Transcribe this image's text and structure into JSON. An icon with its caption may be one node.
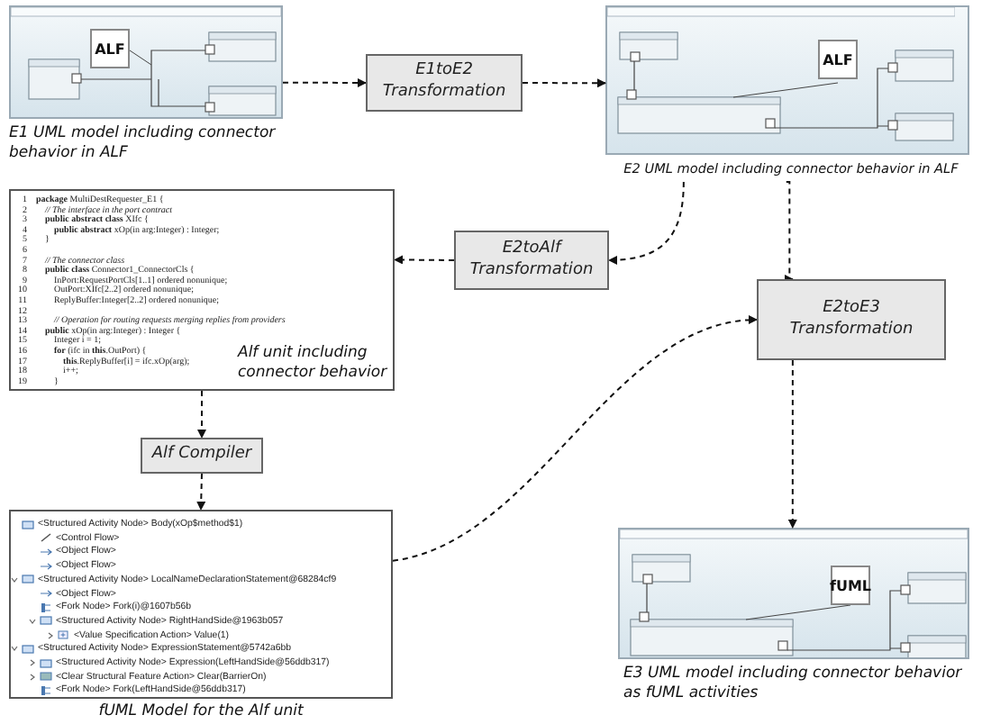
{
  "diagram": {
    "nodes": [
      {
        "text": [],
        "shape": "box",
        "beside": [
          "E1 UML model including connector behavior in ALF"
        ]
      },
      {
        "text": [
          "ALF"
        ],
        "in": 0
      },
      {
        "text": [
          "E1toE2 Transformation"
        ]
      },
      {
        "text": [],
        "shape": "box",
        "beside": [
          "E2 UML model including connector behavior in ALF"
        ]
      },
      {
        "text": [
          "ALF"
        ],
        "in": 3
      },
      {
        "text": [
          "E2toAlf Transformation"
        ]
      },
      {
        "text": [
          "**package** MultiDestRequester_E1 {",
          "// The interface in the port contract",
          "**public abstract class** XIfc {",
          "**public abstract** xOp(in arg:Integer) : Integer;",
          "}",
          "// The connector class",
          "**public class** Connector1_ConnectorCls {",
          "InPort:RequestPortCls[1..1] ordered nonunique;",
          "OutPort:XIfc[2..2] ordered nonunique;",
          "ReplyBuffer:Integer[2..2] ordered nonunique;",
          "// Operation for routing requests merging replies from providers",
          "**public** xOp(in arg:Integer) : Integer {",
          "Integer i = 1;",
          "**for** (ifc in **this**.OutPort) {",
          "**this**.ReplyBuffer[i] = ifc.xOp(arg);",
          "i++;",
          "}",
          "Alf unit including connector behavior"
        ]
      },
      {
        "text": [
          "Alf Compiler"
        ]
      },
      {
        "text": [
          "<Structured Activity Node> Body(xOp$method$1)",
          "<Control Flow>",
          "<Object Flow>",
          "<Object Flow>",
          "<Structured Activity Node> LocalNameDeclarationStatement@68284cf9",
          "<Object Flow>",
          "<Fork Node> Fork(i)@1607b56b",
          "<Structured Activity Node> RightHandSide@1963b057",
          "<Value Specification Action> Value(1)",
          "<Structured Activity Node> ExpressionStatement@5742a6bb",
          "<Structured Activity Node> Expression(LeftHandSide@56ddb317)",
          "<Clear Structural Feature Action> Clear(BarrierOn)",
          "<Fork Node> Fork(LeftHandSide@56ddb317)"
        ],
        "beside": [
          "fUML Model for the Alf unit"
        ]
      },
      {
        "text": [
          "E2toE3 Transformation"
        ]
      },
      {
        "text": [],
        "shape": "box",
        "beside": [
          "E3 UML model including connector behavior as fUML activities"
        ]
      },
      {
        "text": [
          "fUML"
        ],
        "in": 10
      }
    ],
    "edges": [
      {
        "from": 0,
        "to": 2,
        "arrow": "to",
        "style": "dashed"
      },
      {
        "from": 2,
        "to": 3,
        "arrow": "to",
        "style": "dashed"
      },
      {
        "from": 3,
        "to": 5,
        "arrow": "to",
        "style": "dashed"
      },
      {
        "from": 5,
        "to": 6,
        "arrow": "to",
        "style": "dashed"
      },
      {
        "from": 6,
        "to": 7,
        "arrow": "to",
        "style": "dashed"
      },
      {
        "from": 7,
        "to": 8,
        "arrow": "to",
        "style": "dashed"
      },
      {
        "from": 3,
        "to": 9,
        "arrow": "to",
        "style": "dashed"
      },
      {
        "from": 8,
        "to": 9,
        "arrow": "to",
        "style": "dashed"
      },
      {
        "from": 9,
        "to": 10,
        "arrow": "to",
        "style": "dashed"
      }
    ],
    "labels": [
      "1",
      "2",
      "3",
      "4",
      "5",
      "6",
      "7",
      "8",
      "9",
      "10",
      "11",
      "12",
      "13",
      "14",
      "15",
      "16",
      "17",
      "18",
      "19"
    ]
  }
}
